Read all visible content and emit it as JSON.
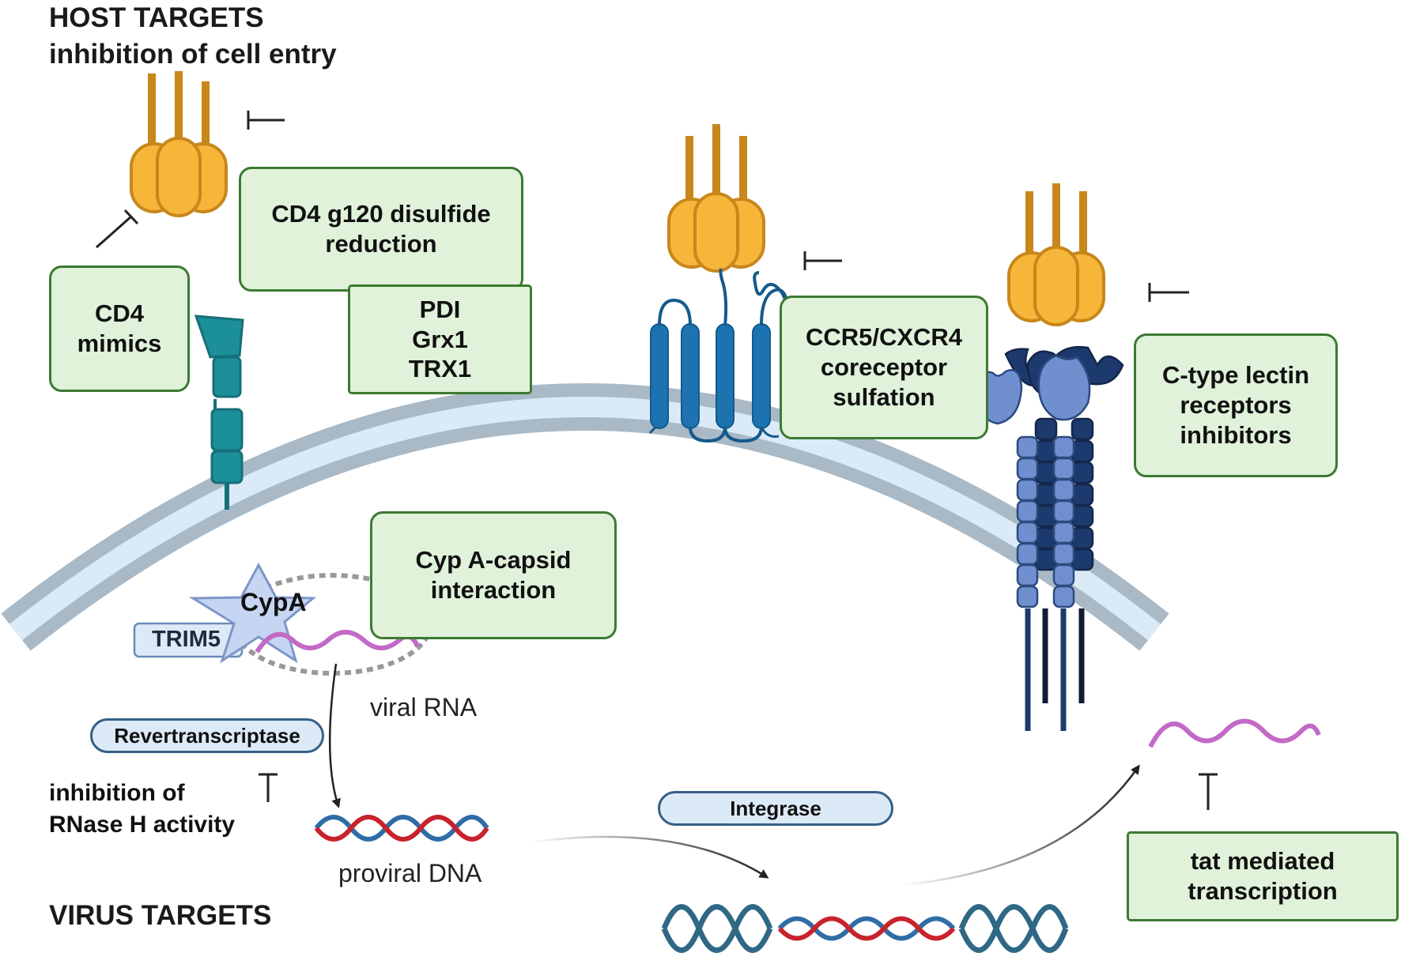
{
  "headings": {
    "host_line1": "HOST TARGETS",
    "host_line2": "inhibition of cell entry",
    "virus": "VIRUS  TARGETS"
  },
  "boxes": {
    "cd4_mimics": [
      "CD4",
      "mimics"
    ],
    "disulfide": [
      "CD4 g120 disulfide",
      "reduction"
    ],
    "pdi": [
      "PDI",
      "Grx1",
      "TRX1"
    ],
    "ccr5": [
      "CCR5/CXCR4",
      "coreceptor",
      "sulfation"
    ],
    "lectin": [
      "C-type lectin",
      "receptors",
      "inhibitors"
    ],
    "cypa_capsid": [
      "Cyp A-capsid",
      "interaction"
    ],
    "tat": [
      "tat mediated",
      "transcription"
    ]
  },
  "labels": {
    "cypa": "CypA",
    "trim5": "TRIM5",
    "viral_rna": "viral RNA",
    "proviral_dna": "proviral DNA",
    "rnase_line1": "inhibition of",
    "rnase_line2": "RNase H activity"
  },
  "pills": {
    "revertranscriptase": "Revertranscriptase",
    "integrase": "Integrase"
  },
  "colors": {
    "box_fill": "#e0f2da",
    "box_border": "#3c7a32",
    "gp120_gold": "#f5b63a",
    "cd4_teal": "#1b8f9a",
    "coreceptor_blue": "#1c73b0",
    "lectin_navy": "#1d3a6e",
    "lectin_light": "#6f8fcf",
    "rna_purple": "#c26ac6",
    "dna_red": "#c8232c",
    "dna_blue": "#2f6da6",
    "membrane_grey": "#a9b9c6",
    "membrane_fill": "#dbeaf7"
  }
}
